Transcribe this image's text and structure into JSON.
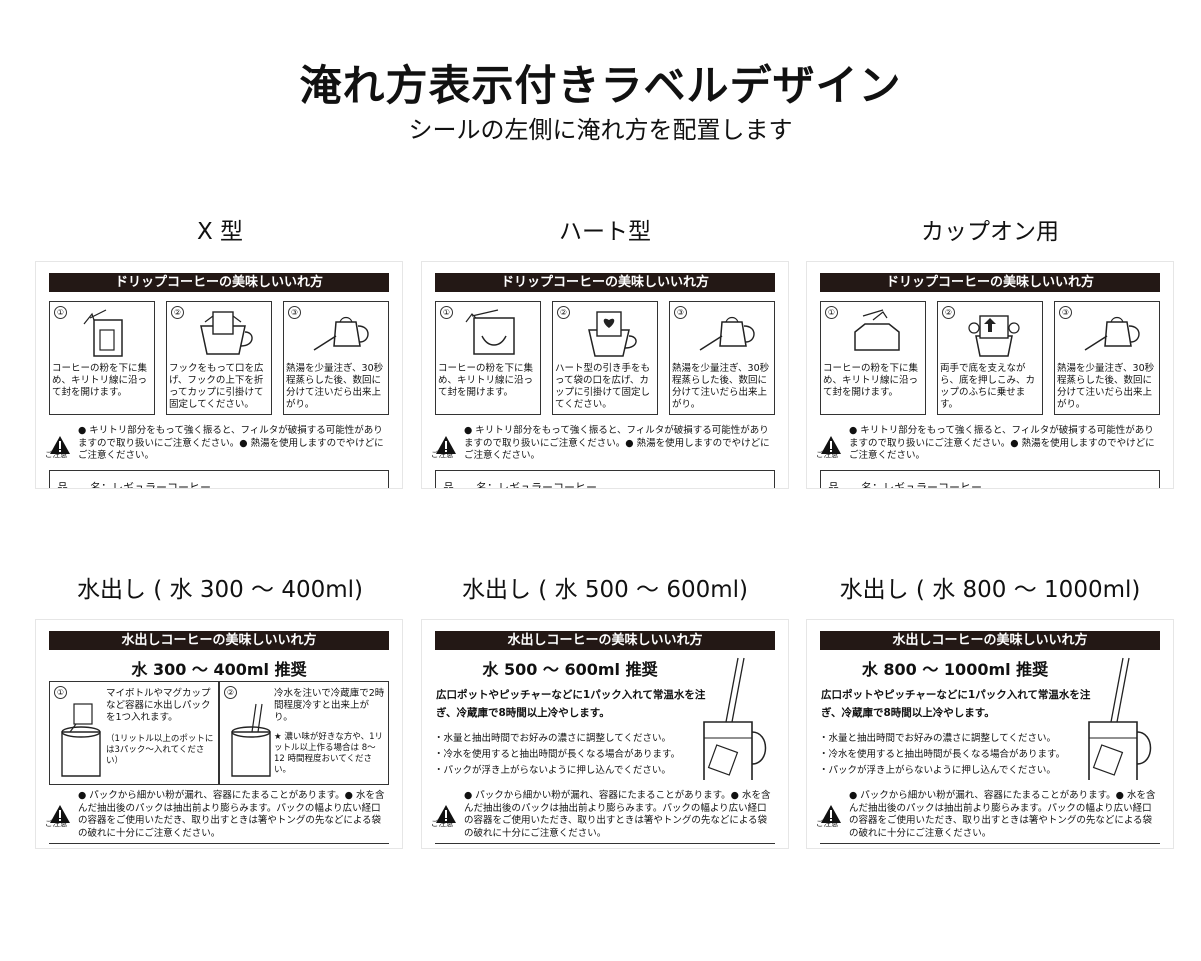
{
  "header": {
    "title": "淹れ方表示付きラベルデザイン",
    "subtitle": "シールの左側に淹れ方を配置します"
  },
  "drip_labels": [
    {
      "caption": "X 型",
      "bar": "ドリップコーヒーの美味しいいれ方",
      "steps": [
        {
          "num": "①",
          "text": "コーヒーの粉を下に集め、キリトリ線に沿って封を開けます。",
          "icon": "open-bag-icon"
        },
        {
          "num": "②",
          "text": "フックをもって口を広げ、フックの上下を折ってカップに引掛けて固定してください。",
          "icon": "hook-cup-icon"
        },
        {
          "num": "③",
          "text": "熱湯を少量注ぎ、30秒程蒸らした後、数回に分けて注いだら出来上がり。",
          "icon": "kettle-icon"
        }
      ],
      "caution_label": "ご注意",
      "caution": "● キリトリ部分をもって強く振ると、フィルタが破損する可能性がありますので取り扱いにご注意ください。● 熱湯を使用しますのでやけどにご注意ください。",
      "info": "品　　名：レギュラーコーヒー"
    },
    {
      "caption": "ハート型",
      "bar": "ドリップコーヒーの美味しいいれ方",
      "steps": [
        {
          "num": "①",
          "text": "コーヒーの粉を下に集め、キリトリ線に沿って封を開けます。",
          "icon": "open-bag-icon"
        },
        {
          "num": "②",
          "text": "ハート型の引き手をもって袋の口を広げ、カップに引掛けて固定してください。",
          "icon": "heart-cup-icon"
        },
        {
          "num": "③",
          "text": "熱湯を少量注ぎ、30秒程蒸らした後、数回に分けて注いだら出来上がり。",
          "icon": "kettle-icon"
        }
      ],
      "caution_label": "ご注意",
      "caution": "● キリトリ部分をもって強く振ると、フィルタが破損する可能性がありますので取り扱いにご注意ください。● 熱湯を使用しますのでやけどにご注意ください。",
      "info": "品　　名：レギュラーコーヒー"
    },
    {
      "caption": "カップオン用",
      "bar": "ドリップコーヒーの美味しいいれ方",
      "steps": [
        {
          "num": "①",
          "text": "コーヒーの粉を下に集め、キリトリ線に沿って封を開けます。",
          "icon": "open-bag-icon"
        },
        {
          "num": "②",
          "text": "両手で底を支えながら、底を押しこみ、カップのふちに乗せます。",
          "icon": "cup-on-icon"
        },
        {
          "num": "③",
          "text": "熱湯を少量注ぎ、30秒程蒸らした後、数回に分けて注いだら出来上がり。",
          "icon": "kettle-icon"
        }
      ],
      "caution_label": "ご注意",
      "caution": "● キリトリ部分をもって強く振ると、フィルタが破損する可能性がありますので取り扱いにご注意ください。● 熱湯を使用しますのでやけどにご注意ください。",
      "info": "品　　名：レギュラーコーヒー"
    }
  ],
  "cold_small": {
    "caption": "水出し ( 水 300 〜 400ml)",
    "bar": "水出しコーヒーの美味しいいれ方",
    "heading": "水 300 〜 400ml 推奨",
    "box1": {
      "num": "①",
      "text": "マイボトルやマグカップなど容器に水出しパックを1つ入れます。",
      "note": "（1リットル以上のポットには3パック〜入れてください）"
    },
    "box2": {
      "num": "②",
      "text": "冷水を注いで冷蔵庫で2時間程度冷すと出来上がり。",
      "note": "★ 濃い味が好きな方や、1リットル以上作る場合は 8〜12 時間程度おいてください。"
    },
    "caution_label": "ご注意",
    "caution": "● パックから細かい粉が漏れ、容器にたまることがあります。● 水を含んだ抽出後のパックは抽出前より膨らみます。パックの幅より広い経口の容器をご使用いただき、取り出すときは箸やトングの先などによる袋の破れに十分にご注意ください。"
  },
  "cold_large": [
    {
      "caption": "水出し ( 水 500 〜 600ml)",
      "bar": "水出しコーヒーの美味しいいれ方",
      "heading": "水 500 〜 600ml 推奨",
      "lead": "広口ポットやピッチャーなどに1パック入れて常温水を注ぎ、冷蔵庫で8時間以上冷やします。",
      "bullets": [
        "水量と抽出時間でお好みの濃さに調整してください。",
        "冷水を使用すると抽出時間が長くなる場合があります。",
        "パックが浮き上がらないように押し込んでください。"
      ],
      "caution_label": "ご注意",
      "caution": "● パックから細かい粉が漏れ、容器にたまることがあります。● 水を含んだ抽出後のパックは抽出前より膨らみます。パックの幅より広い経口の容器をご使用いただき、取り出すときは箸やトングの先などによる袋の破れに十分にご注意ください。"
    },
    {
      "caption": "水出し ( 水 800 〜 1000ml)",
      "bar": "水出しコーヒーの美味しいいれ方",
      "heading": "水 800 〜 1000ml 推奨",
      "lead": "広口ポットやピッチャーなどに1パック入れて常温水を注ぎ、冷蔵庫で8時間以上冷やします。",
      "bullets": [
        "水量と抽出時間でお好みの濃さに調整してください。",
        "冷水を使用すると抽出時間が長くなる場合があります。",
        "パックが浮き上がらないように押し込んでください。"
      ],
      "caution_label": "ご注意",
      "caution": "● パックから細かい粉が漏れ、容器にたまることがあります。● 水を含んだ抽出後のパックは抽出前より膨らみます。パックの幅より広い経口の容器をご使用いただき、取り出すときは箸やトングの先などによる袋の破れに十分にご注意ください。"
    }
  ]
}
